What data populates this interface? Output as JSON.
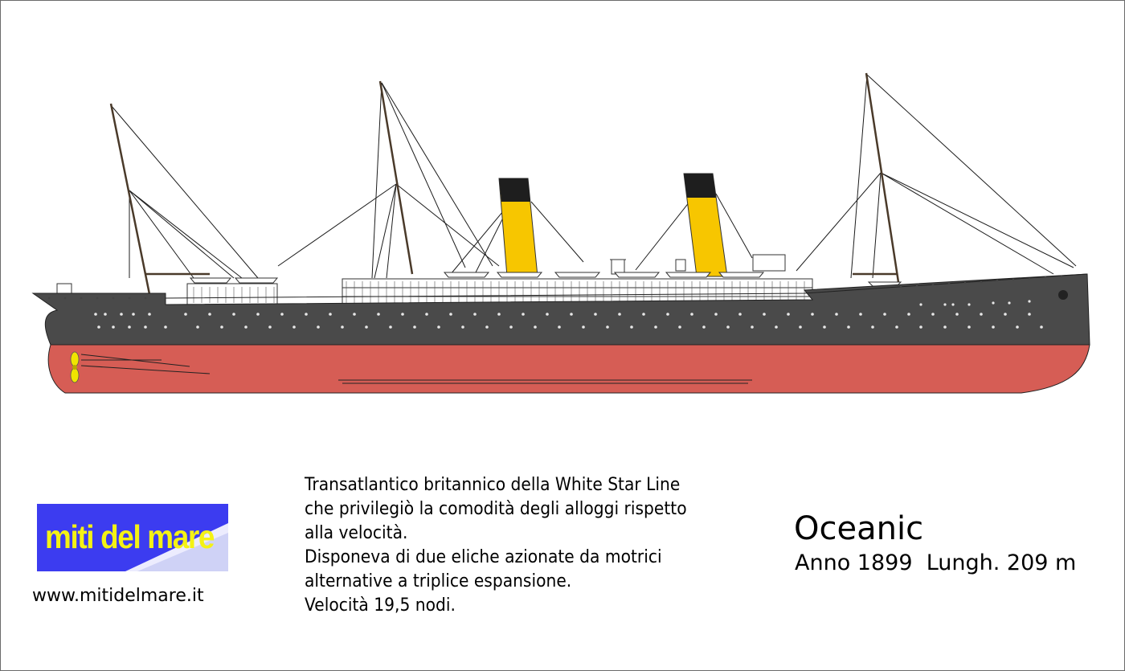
{
  "colors": {
    "hull_upper": "#4a4a4a",
    "hull_lower": "#d65d55",
    "funnel_yellow": "#f7c600",
    "funnel_top": "#1e1e1e",
    "logo_background": "#3c3cf0",
    "logo_text": "#f4f214"
  },
  "icons": {
    "logo_emblem": "white-diagonal-sail-wedge"
  },
  "logo": {
    "text": "miti del mare"
  },
  "website": "www.mitidelmare.it",
  "description": {
    "lines": [
      "Transatlantico britannico della White Star Line",
      "che privilegiò la comodità degli alloggi rispetto",
      "alla velocità.",
      "Disponeva di due eliche azionate da motrici",
      "alternative a triplice espansione.",
      "Velocità 19,5 nodi."
    ]
  },
  "ship": {
    "name": "Oceanic",
    "year_label": "Anno 1899",
    "length_label": "Lungh. 209 m"
  }
}
